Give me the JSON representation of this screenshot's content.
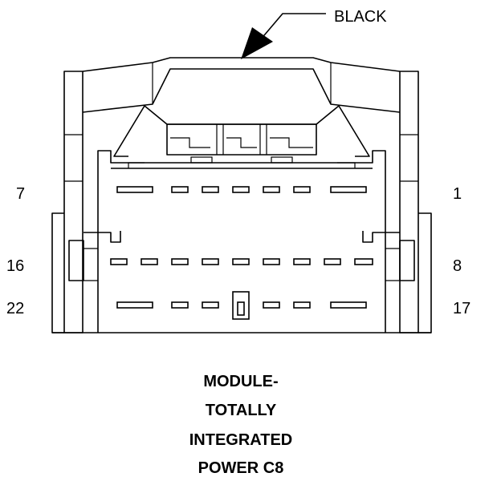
{
  "callout": {
    "label": "BLACK"
  },
  "pin_labels": {
    "row1_left": "7",
    "row1_right": "1",
    "row2_left": "16",
    "row2_right": "8",
    "row3_left": "22",
    "row3_right": "17"
  },
  "title": {
    "line1": "MODULE-",
    "line2": "TOTALLY",
    "line3": "INTEGRATED",
    "line4": "POWER C8"
  },
  "colors": {
    "line": "#000000",
    "background": "#ffffff"
  }
}
